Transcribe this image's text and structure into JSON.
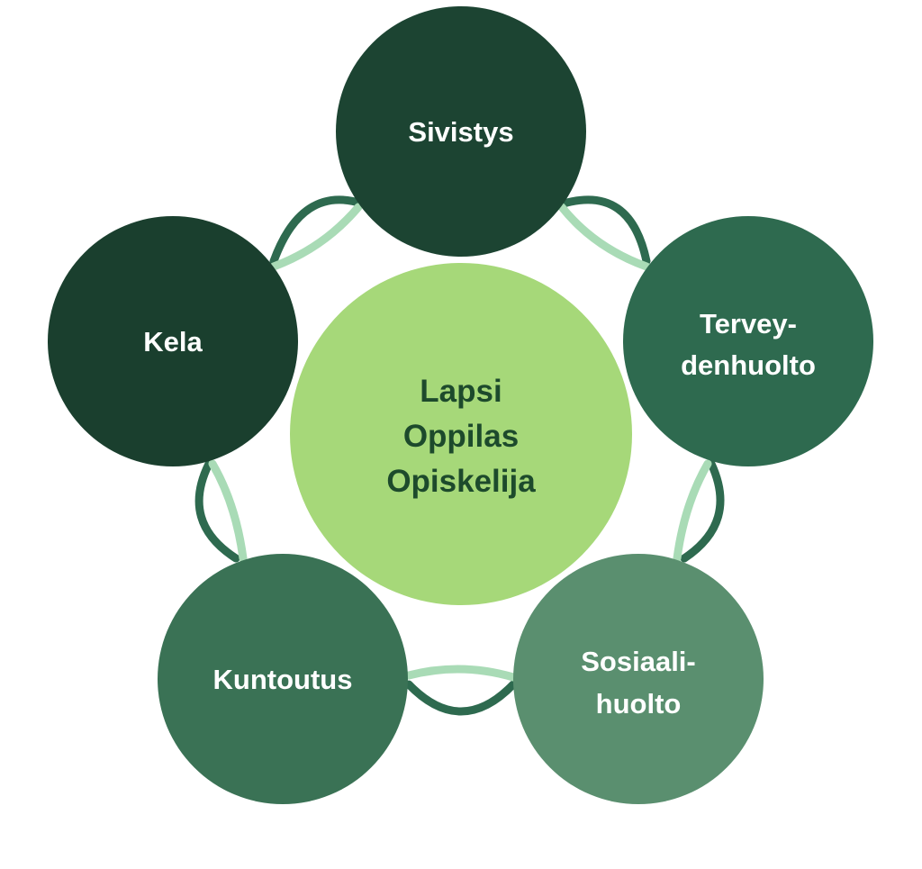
{
  "center": {
    "lines": [
      "Lapsi",
      "Oppilas",
      "Opiskelija"
    ],
    "fill": "#a6d879",
    "text_color": "#1d4a2c"
  },
  "nodes": [
    {
      "id": "sivistys",
      "lines": [
        "Sivistys"
      ],
      "fill": "#1c4432"
    },
    {
      "id": "terveydenhuolto",
      "lines": [
        "Tervey-",
        "denhuolto"
      ],
      "fill": "#2e6a4f"
    },
    {
      "id": "sosiaalihuolto",
      "lines": [
        "Sosiaali-",
        "huolto"
      ],
      "fill": "#5a8f6f"
    },
    {
      "id": "kuntoutus",
      "lines": [
        "Kuntoutus"
      ],
      "fill": "#3a7255"
    },
    {
      "id": "kela",
      "lines": [
        "Kela"
      ],
      "fill": "#1a3f2e"
    }
  ],
  "colors": {
    "node_text": "#ffffff",
    "link_dark": "#2e6a4f",
    "link_light": "#a9dbb6"
  }
}
